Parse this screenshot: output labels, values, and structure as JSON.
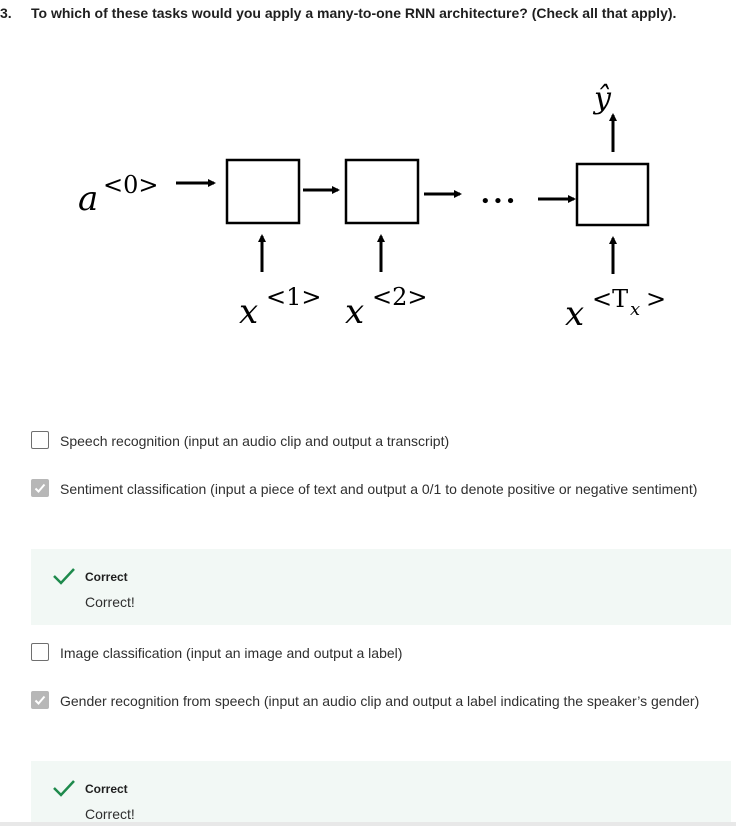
{
  "question": {
    "number": "3.",
    "text": "To which of these tasks would you apply a many-to-one RNN architecture? (Check all that apply)."
  },
  "diagram": {
    "a0_base": "a",
    "a0_sup": "<0>",
    "x1_base": "x",
    "x1_sup": "<1>",
    "x2_base": "x",
    "x2_sup": "<2>",
    "xT_base": "x",
    "xT_sup_open": "<T",
    "xT_sup_sub": "x",
    "xT_sup_close": ">",
    "output_label": "ŷ",
    "ellipsis": "•••"
  },
  "options": [
    {
      "label": "Speech recognition (input an audio clip and output a transcript)",
      "checked": false
    },
    {
      "label": "Sentiment classification (input a piece of text and output a 0/1 to denote positive or negative sentiment)",
      "checked": true
    },
    {
      "label": "Image classification (input an image and output a label)",
      "checked": false
    },
    {
      "label": "Gender recognition from speech (input an audio clip and output a label indicating the speaker’s gender)",
      "checked": true
    }
  ],
  "feedback": [
    {
      "title": "Correct",
      "message": "Correct!"
    },
    {
      "title": "Correct",
      "message": "Correct!"
    }
  ],
  "colors": {
    "correct_green": "#1e8a4c",
    "feedback_bg": "#f2f8f5",
    "checked_gray": "#b7b7b7"
  }
}
